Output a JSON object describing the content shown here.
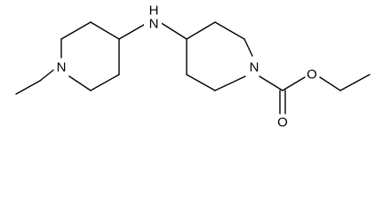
{
  "molecule": {
    "atoms": {
      "n_ethyl_piperidine": "N",
      "n_amine": "N",
      "h_amine": "H",
      "n_carbamate_piperidine": "N",
      "o_carbonyl": "O",
      "o_ester": "O"
    }
  },
  "colors": {
    "bond": "#000000",
    "label": "#000000",
    "background": "#ffffff"
  }
}
